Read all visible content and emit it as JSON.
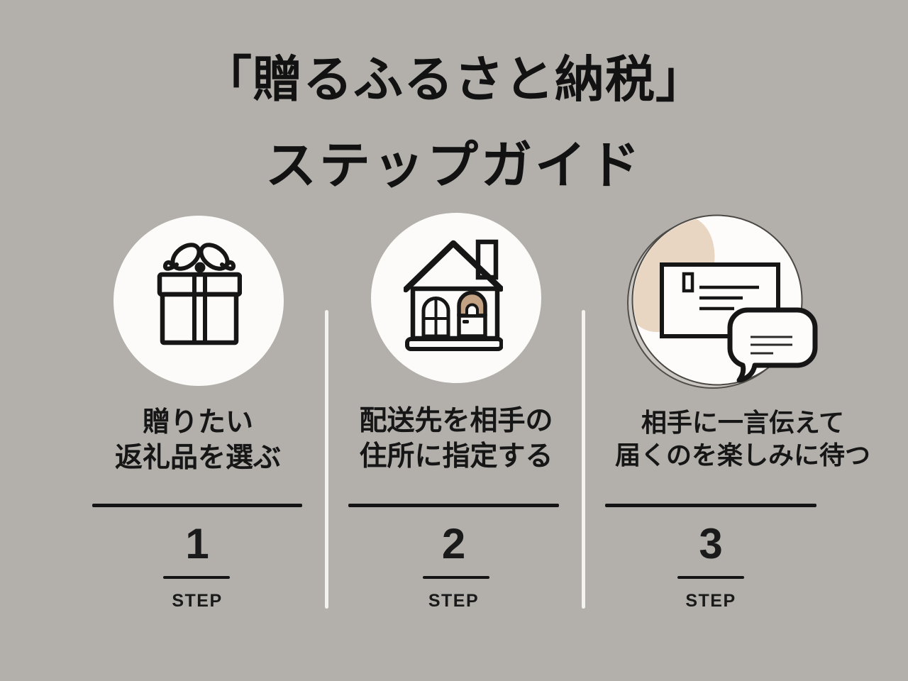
{
  "title": {
    "line1": "「贈るふるさと納税」",
    "line2": "ステップガイド"
  },
  "steps": [
    {
      "icon": "gift-icon",
      "description": [
        "贈りたい",
        "返礼品を選ぶ"
      ],
      "number": "1",
      "label": "STEP"
    },
    {
      "icon": "house-icon",
      "description": [
        "配送先を相手の",
        "住所に指定する"
      ],
      "number": "2",
      "label": "STEP"
    },
    {
      "icon": "message-icon",
      "description": [
        "相手に一言伝えて",
        "届くのを楽しみに待つ"
      ],
      "number": "3",
      "label": "STEP"
    }
  ],
  "colors": {
    "background": "#b3b0ac",
    "circle_fill": "#fcfbf9",
    "ink": "#141414",
    "door_tan": "#c3a284",
    "blob_beige": "#e8d5c2",
    "divider_white": "#f4f3ef"
  }
}
